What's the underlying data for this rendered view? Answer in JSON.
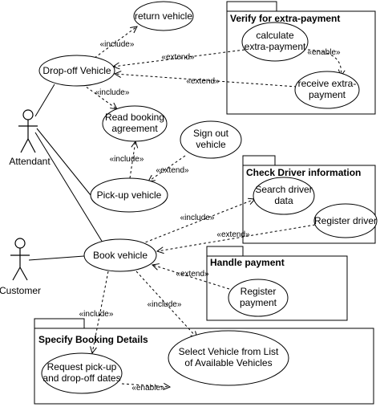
{
  "actors": {
    "attendant": "Attendant",
    "customer": "Customer"
  },
  "packages": {
    "verify_extra_payment": "Verify for extra-payment",
    "check_driver_information": "Check Driver information",
    "handle_payment": "Handle payment",
    "specify_booking_details": "Specify Booking Details"
  },
  "use_cases": {
    "return_vehicle": [
      "return vehicle"
    ],
    "drop_off_vehicle": [
      "Drop-off Vehicle"
    ],
    "read_booking_agreement": [
      "Read booking",
      "agreement"
    ],
    "sign_out_vehicle": [
      "Sign out",
      "vehicle"
    ],
    "pick_up_vehicle": [
      "Pick-up vehicle"
    ],
    "book_vehicle": [
      "Book vehicle"
    ],
    "calculate_extra_payment": [
      "calculate",
      "extra-payment"
    ],
    "receive_extra_payment": [
      "receive extra-",
      "payment"
    ],
    "search_driver_data": [
      "Search driver",
      "data"
    ],
    "register_driver": [
      "Register driver"
    ],
    "register_payment": [
      "Register",
      "payment"
    ],
    "request_dates": [
      "Request pick-up",
      "and drop-off dates"
    ],
    "select_vehicle": [
      "Select Vehicle from List",
      "of Available Vehicles"
    ]
  },
  "relationships": {
    "include": "«include»",
    "extend": "«extend»",
    "enable": "«enable»"
  }
}
